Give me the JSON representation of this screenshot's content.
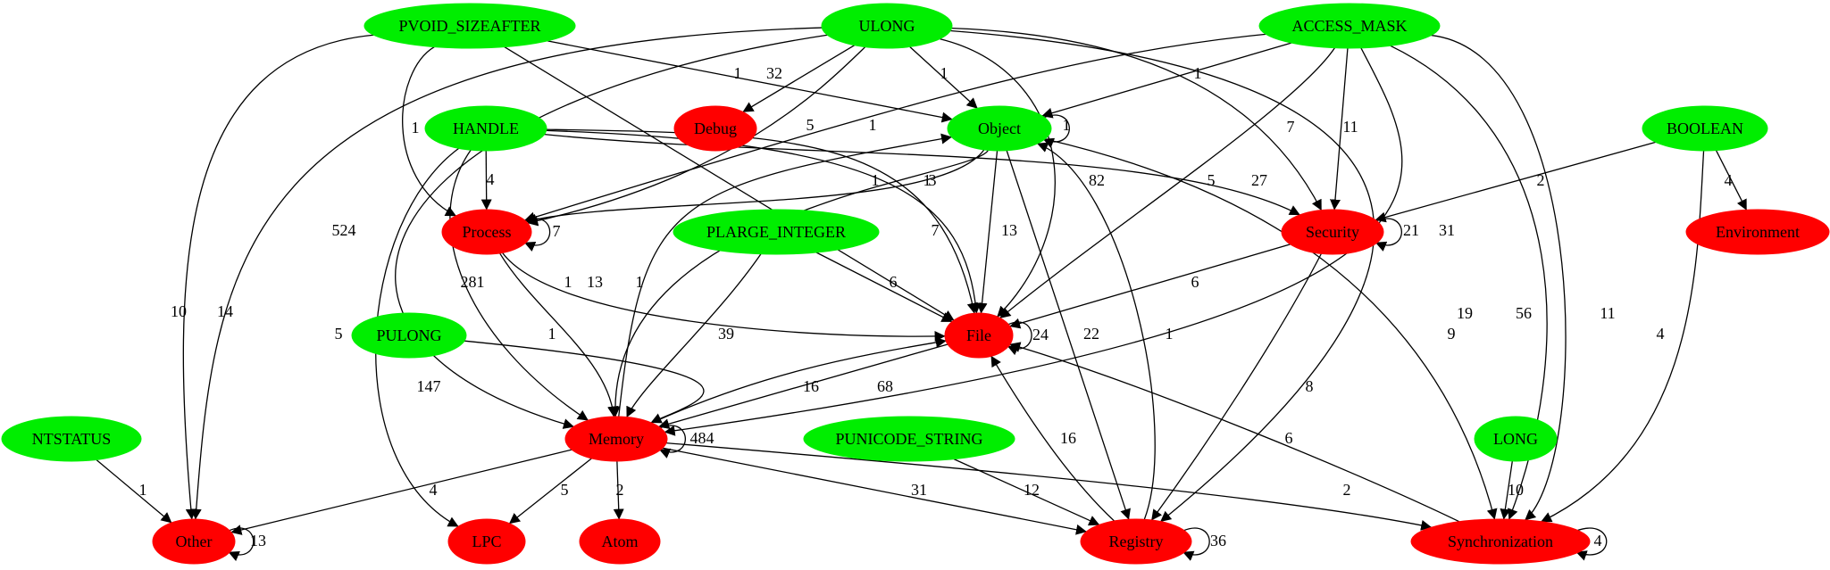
{
  "diagram": {
    "type": "directed-graph",
    "colors": {
      "type_node": "#00ee00",
      "category_node": "#ff0000",
      "edge": "#000000"
    },
    "nodes": [
      {
        "id": "PVOID_SIZEAFTER",
        "label": "PVOID_SIZEAFTER",
        "kind": "type"
      },
      {
        "id": "ULONG",
        "label": "ULONG",
        "kind": "type"
      },
      {
        "id": "ACCESS_MASK",
        "label": "ACCESS_MASK",
        "kind": "type"
      },
      {
        "id": "HANDLE",
        "label": "HANDLE",
        "kind": "type"
      },
      {
        "id": "BOOLEAN",
        "label": "BOOLEAN",
        "kind": "type"
      },
      {
        "id": "PLARGE_INTEGER",
        "label": "PLARGE_INTEGER",
        "kind": "type"
      },
      {
        "id": "PULONG",
        "label": "PULONG",
        "kind": "type"
      },
      {
        "id": "NTSTATUS",
        "label": "NTSTATUS",
        "kind": "type"
      },
      {
        "id": "PUNICODE_STRING",
        "label": "PUNICODE_STRING",
        "kind": "type"
      },
      {
        "id": "LONG",
        "label": "LONG",
        "kind": "type"
      },
      {
        "id": "Object",
        "label": "Object",
        "kind": "type"
      },
      {
        "id": "Debug",
        "label": "Debug",
        "kind": "category"
      },
      {
        "id": "Process",
        "label": "Process",
        "kind": "category"
      },
      {
        "id": "Security",
        "label": "Security",
        "kind": "category"
      },
      {
        "id": "Environment",
        "label": "Environment",
        "kind": "category"
      },
      {
        "id": "File",
        "label": "File",
        "kind": "category"
      },
      {
        "id": "Memory",
        "label": "Memory",
        "kind": "category"
      },
      {
        "id": "Other",
        "label": "Other",
        "kind": "category"
      },
      {
        "id": "LPC",
        "label": "LPC",
        "kind": "category"
      },
      {
        "id": "Atom",
        "label": "Atom",
        "kind": "category"
      },
      {
        "id": "Registry",
        "label": "Registry",
        "kind": "category"
      },
      {
        "id": "Synchronization",
        "label": "Synchronization",
        "kind": "category"
      }
    ],
    "edges": [
      {
        "from": "PVOID_SIZEAFTER",
        "to": "Other",
        "label": "10"
      },
      {
        "from": "PVOID_SIZEAFTER",
        "to": "Process",
        "label": "1"
      },
      {
        "from": "PVOID_SIZEAFTER",
        "to": "Object",
        "label": "1"
      },
      {
        "from": "PVOID_SIZEAFTER",
        "to": "File",
        "label": "1"
      },
      {
        "from": "ULONG",
        "to": "Other",
        "label": "14"
      },
      {
        "from": "ULONG",
        "to": "Memory",
        "label": "524"
      },
      {
        "from": "ULONG",
        "to": "Debug",
        "label": "32"
      },
      {
        "from": "ULONG",
        "to": "Process",
        "label": "5"
      },
      {
        "from": "ULONG",
        "to": "Object",
        "label": "1"
      },
      {
        "from": "ULONG",
        "to": "File",
        "label": "82"
      },
      {
        "from": "ULONG",
        "to": "Security",
        "label": "7"
      },
      {
        "from": "ULONG",
        "to": "Registry",
        "label": "19"
      },
      {
        "from": "ACCESS_MASK",
        "to": "Object",
        "label": "1"
      },
      {
        "from": "ACCESS_MASK",
        "to": "Process",
        "label": "1"
      },
      {
        "from": "ACCESS_MASK",
        "to": "File",
        "label": "27"
      },
      {
        "from": "ACCESS_MASK",
        "to": "Security",
        "label": "11"
      },
      {
        "from": "ACCESS_MASK",
        "to": "Memory",
        "label": "31"
      },
      {
        "from": "ACCESS_MASK",
        "to": "Synchronization",
        "label": "56"
      },
      {
        "from": "ACCESS_MASK",
        "to": "Synchronization",
        "label": "11"
      },
      {
        "from": "HANDLE",
        "to": "Process",
        "label": "4"
      },
      {
        "from": "HANDLE",
        "to": "Memory",
        "label": "281"
      },
      {
        "from": "HANDLE",
        "to": "LPC",
        "label": "5"
      },
      {
        "from": "HANDLE",
        "to": "File",
        "label": "3"
      },
      {
        "from": "HANDLE",
        "to": "File",
        "label": "7"
      },
      {
        "from": "HANDLE",
        "to": "Security",
        "label": "5"
      },
      {
        "from": "BOOLEAN",
        "to": "Security",
        "label": "2"
      },
      {
        "from": "BOOLEAN",
        "to": "Environment",
        "label": "4"
      },
      {
        "from": "BOOLEAN",
        "to": "Synchronization",
        "label": "4"
      },
      {
        "from": "Object",
        "to": "Object",
        "label": "1"
      },
      {
        "from": "Object",
        "to": "Process",
        "label": "1"
      },
      {
        "from": "Object",
        "to": "Memory",
        "label": "13"
      },
      {
        "from": "Object",
        "to": "File",
        "label": "13"
      },
      {
        "from": "Object",
        "to": "Registry",
        "label": "22"
      },
      {
        "from": "Object",
        "to": "Synchronization",
        "label": "9"
      },
      {
        "from": "Process",
        "to": "Process",
        "label": "7"
      },
      {
        "from": "Process",
        "to": "Memory",
        "label": "1"
      },
      {
        "from": "Process",
        "to": "File",
        "label": "1"
      },
      {
        "from": "Memory",
        "to": "Object",
        "label": "1"
      },
      {
        "from": "Memory",
        "to": "Memory",
        "label": "484"
      },
      {
        "from": "Memory",
        "to": "File",
        "label": "68"
      },
      {
        "from": "Memory",
        "to": "Other",
        "label": "4"
      },
      {
        "from": "Memory",
        "to": "LPC",
        "label": "5"
      },
      {
        "from": "Memory",
        "to": "Atom",
        "label": "2"
      },
      {
        "from": "Memory",
        "to": "Registry",
        "label": "31"
      },
      {
        "from": "Memory",
        "to": "Synchronization",
        "label": "2"
      },
      {
        "from": "PLARGE_INTEGER",
        "to": "File",
        "label": "6"
      },
      {
        "from": "PLARGE_INTEGER",
        "to": "Memory",
        "label": "39"
      },
      {
        "from": "Security",
        "to": "Security",
        "label": "21"
      },
      {
        "from": "Security",
        "to": "File",
        "label": "6"
      },
      {
        "from": "Security",
        "to": "Registry",
        "label": "8"
      },
      {
        "from": "File",
        "to": "File",
        "label": "24"
      },
      {
        "from": "File",
        "to": "Memory",
        "label": "16"
      },
      {
        "from": "PULONG",
        "to": "Memory",
        "label": "147"
      },
      {
        "from": "NTSTATUS",
        "to": "Other",
        "label": "1"
      },
      {
        "from": "Other",
        "to": "Other",
        "label": "13"
      },
      {
        "from": "PUNICODE_STRING",
        "to": "Registry",
        "label": "12"
      },
      {
        "from": "Registry",
        "to": "Registry",
        "label": "36"
      },
      {
        "from": "Registry",
        "to": "File",
        "label": "16"
      },
      {
        "from": "Registry",
        "to": "Object",
        "label": "1"
      },
      {
        "from": "Synchronization",
        "to": "File",
        "label": "6"
      },
      {
        "from": "Synchronization",
        "to": "Synchronization",
        "label": "4"
      },
      {
        "from": "LONG",
        "to": "Synchronization",
        "label": "10"
      }
    ]
  }
}
